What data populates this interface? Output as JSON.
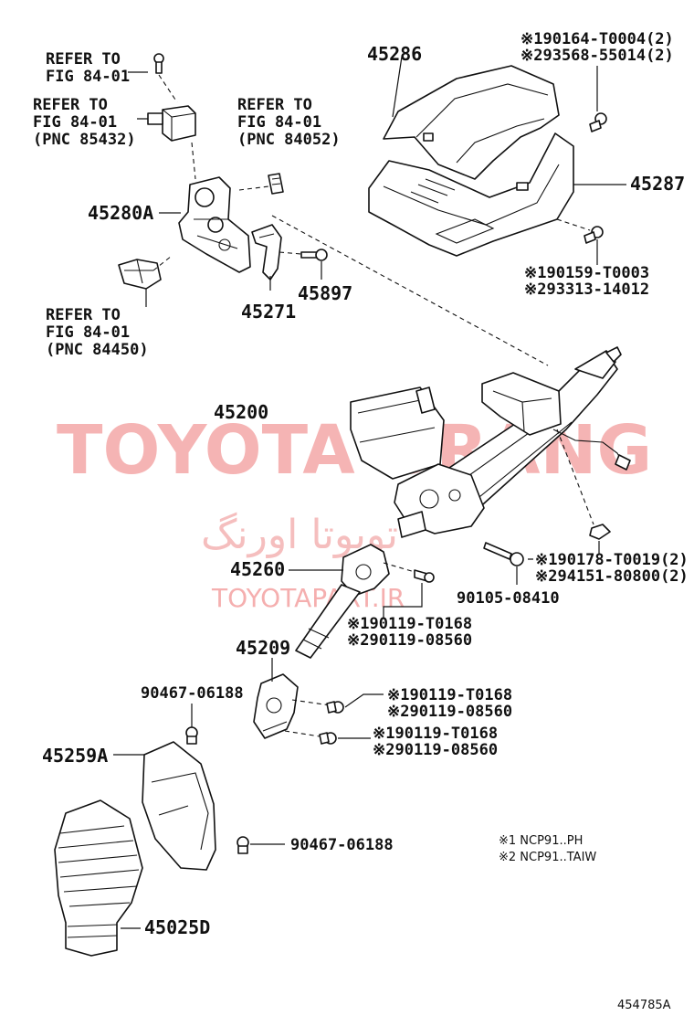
{
  "labels": {
    "refer1_a": "REFER TO",
    "refer1_b": "FIG 84-01",
    "refer2_a": "REFER TO",
    "refer2_b": "FIG 84-01",
    "refer2_c": "(PNC 85432)",
    "refer3_a": "REFER TO",
    "refer3_b": "FIG 84-01",
    "refer3_c": "(PNC 84052)",
    "refer4_a": "REFER TO",
    "refer4_b": "FIG 84-01",
    "refer4_c": "(PNC 84450)",
    "p45286": "45286",
    "p45287": "45287",
    "p45280A": "45280A",
    "p45271": "45271",
    "p45897": "45897",
    "p45200": "45200",
    "p45260": "45260",
    "p45209": "45209",
    "p45259A": "45259A",
    "p45025D": "45025D",
    "p90467_a": "90467-06188",
    "p90467_b": "90467-06188",
    "p90105": "90105-08410",
    "ref_190164": "※190164-T0004(2)",
    "ref_293568": "※293568-55014(2)",
    "ref_190159": "※190159-T0003",
    "ref_293313": "※293313-14012",
    "ref_190178": "※190178-T0019(2)",
    "ref_294151": "※294151-80800(2)",
    "ref_190119_a": "※190119-T0168",
    "ref_290119_a": "※290119-08560",
    "ref_190119_b": "※190119-T0168",
    "ref_290119_b": "※290119-08560",
    "ref_190119_c": "※190119-T0168",
    "ref_290119_c": "※290119-08560",
    "note1": "※1 NCP91..PH",
    "note2": "※2 NCP91..TAIW",
    "fig_code": "454785A"
  },
  "watermark": {
    "brand": "TOYOTA ORANG",
    "persian": "تویوتا اورنگ",
    "site": "TOYOTAPART.IR",
    "color": "#f4a7a7"
  }
}
